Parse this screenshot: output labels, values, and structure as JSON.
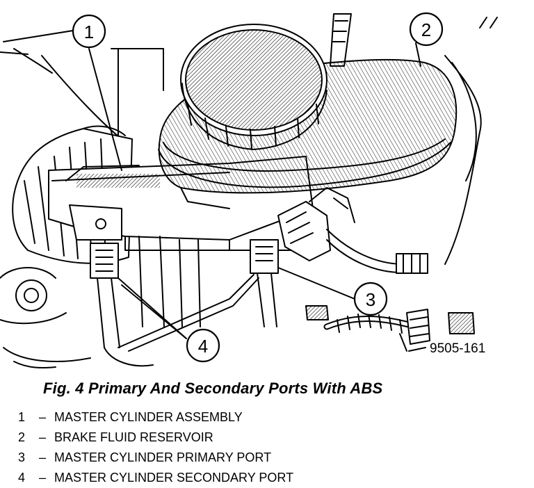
{
  "figure": {
    "id_label": "9505-161",
    "callouts": [
      "1",
      "2",
      "3",
      "4"
    ]
  },
  "caption": "Fig. 4 Primary And Secondary Ports With ABS",
  "legend": [
    {
      "num": "1",
      "dash": "–",
      "text": "MASTER CYLINDER ASSEMBLY"
    },
    {
      "num": "2",
      "dash": "–",
      "text": "BRAKE FLUID RESERVOIR"
    },
    {
      "num": "3",
      "dash": "–",
      "text": "MASTER CYLINDER PRIMARY PORT"
    },
    {
      "num": "4",
      "dash": "–",
      "text": "MASTER CYLINDER SECONDARY PORT"
    }
  ]
}
